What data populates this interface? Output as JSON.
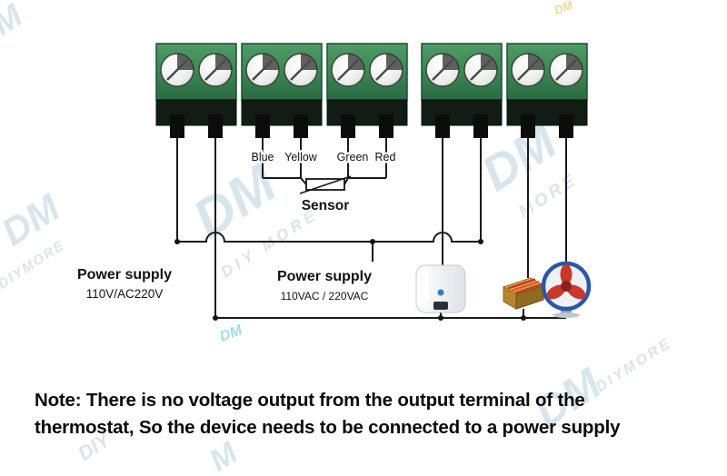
{
  "diagram": {
    "sensor": {
      "label": "Sensor",
      "wires": [
        "Blue",
        "Yellow",
        "Green",
        "Red"
      ]
    },
    "power_supply_left": {
      "line1": "Power supply",
      "line2": "110V/AC220V"
    },
    "power_supply_right": {
      "line1": "Power supply",
      "line2": "110VAC / 220VAC"
    },
    "note_line1": "Note: There is no voltage output from the output terminal of the",
    "note_line2": "thermostat, So the device needs to be connected to a power supply",
    "terminal_count": 10
  },
  "devices": [
    {
      "name": "water-heater"
    },
    {
      "name": "heating-element"
    },
    {
      "name": "fan"
    }
  ],
  "watermarks": [
    {
      "text": "M"
    },
    {
      "text": "DM"
    },
    {
      "text": "DIYMORE"
    },
    {
      "text": "DM"
    },
    {
      "text": "DIY MORE"
    },
    {
      "text": "DM"
    },
    {
      "text": "MORE"
    },
    {
      "text": "DIY"
    },
    {
      "text": "M"
    },
    {
      "text": "DM"
    },
    {
      "text": "DIYMORE"
    },
    {
      "text": "DM"
    },
    {
      "text": "DM"
    }
  ],
  "colors": {
    "terminal_green": "#3d8a55",
    "wire": "#1a1a1a",
    "watermark": "#b9cfdd",
    "fan_blue": "#2a57a8",
    "blade_red": "#c8392b",
    "element_gold": "#d8b04a"
  }
}
